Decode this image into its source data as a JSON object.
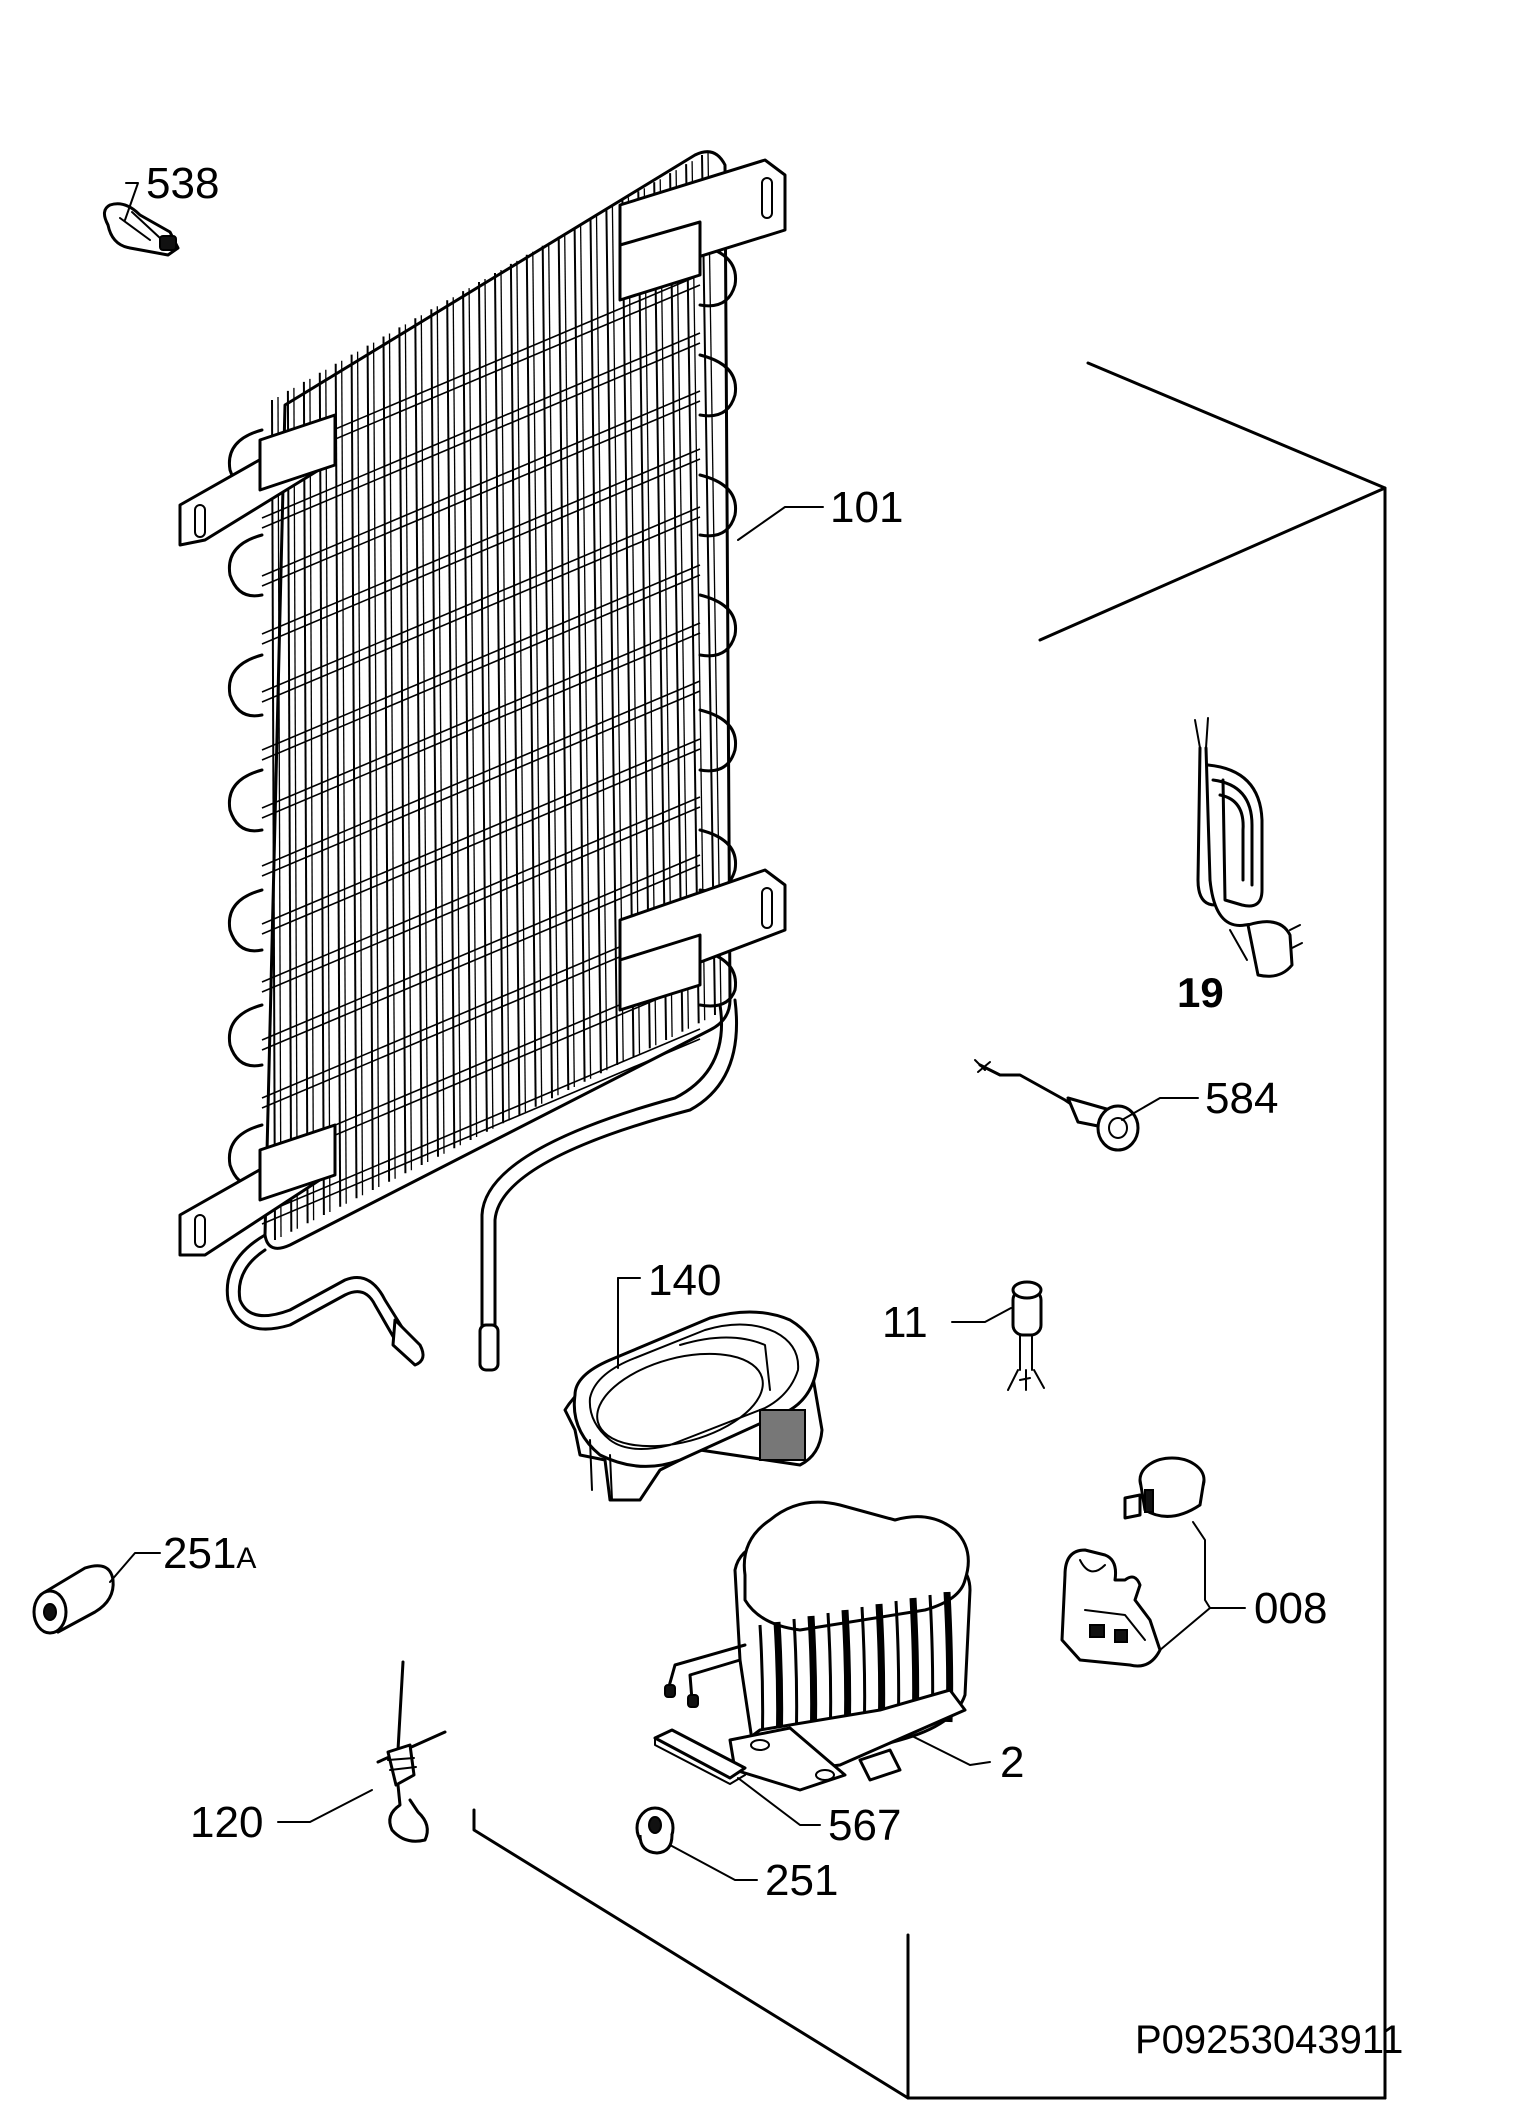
{
  "diagram": {
    "labels": {
      "p538": "538",
      "p101": "101",
      "p19": "19",
      "p584": "584",
      "p140": "140",
      "p11": "11",
      "p251a_num": "251",
      "p251a_suffix": "A",
      "p008": "008",
      "p2": "2",
      "p567": "567",
      "p120": "120",
      "p251": "251"
    },
    "drawing_code": "P09253043911"
  }
}
